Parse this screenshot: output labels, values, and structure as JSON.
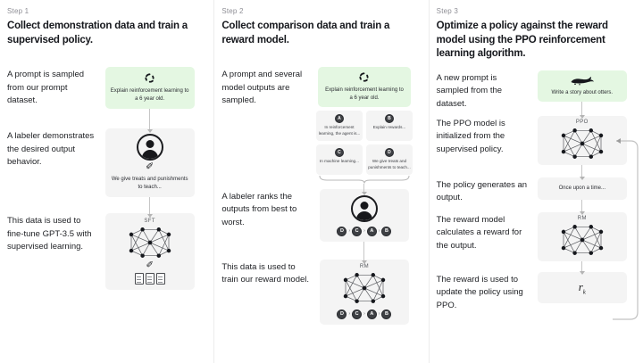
{
  "steps": [
    {
      "label": "Step 1",
      "title": "Collect demonstration data and train a supervised policy.",
      "rows": [
        {
          "caption": "A prompt is sampled from our prompt dataset.",
          "card_text": "Explain reinforcement learning to a 6 year old.",
          "icon": "refresh-icon"
        },
        {
          "caption": "A labeler demonstrates the desired output behavior.",
          "card_text": "We give treats and punishments to teach...",
          "icon": "person-icon"
        },
        {
          "caption": "This data is used to fine-tune GPT-3.5 with supervised learning.",
          "card_title": "SFT",
          "icon": "neural-net-icon"
        }
      ]
    },
    {
      "label": "Step 2",
      "title": "Collect comparison data and train a reward model.",
      "rows": [
        {
          "caption": "A prompt and several model outputs are sampled.",
          "card_text": "Explain reinforcement learning to a 6 year old.",
          "icon": "refresh-icon"
        },
        {
          "caption": "A labeler ranks the outputs from best to worst.",
          "icon": "person-icon"
        },
        {
          "caption": "This data is used to train our reward model.",
          "card_title": "RM",
          "icon": "neural-net-icon"
        }
      ],
      "outputs": [
        {
          "badge": "A",
          "text": "In reinforcement learning, the agent is..."
        },
        {
          "badge": "B",
          "text": "Explain rewards..."
        },
        {
          "badge": "C",
          "text": "In machine learning..."
        },
        {
          "badge": "D",
          "text": "We give treats and punishments to teach..."
        }
      ],
      "ranking": [
        "D",
        "C",
        "A",
        "B"
      ],
      "ranking_separator": "›"
    },
    {
      "label": "Step 3",
      "title": "Optimize a policy against the reward model using the PPO reinforcement learning algorithm.",
      "rows": [
        {
          "caption": "A new prompt is sampled from the dataset.",
          "card_text": "Write a story about otters.",
          "icon": "otter-icon"
        },
        {
          "caption": "The PPO model is initialized from the supervised policy.",
          "card_title": "PPO",
          "icon": "neural-net-icon"
        },
        {
          "caption": "The policy generates an output.",
          "card_text": "Once upon a time...",
          "icon": "none"
        },
        {
          "caption": "The reward model calculates a reward for the output.",
          "card_title": "RM",
          "icon": "neural-net-icon"
        },
        {
          "caption": "The reward is used to update the policy using PPO.",
          "reward_symbol": "r",
          "reward_subscript": "k",
          "icon": "reward-icon"
        }
      ]
    }
  ],
  "colors": {
    "prompt_green": "#e4f7e2",
    "card_gray": "#f4f4f4",
    "text": "#1d1f23",
    "muted": "#8e8e95"
  }
}
